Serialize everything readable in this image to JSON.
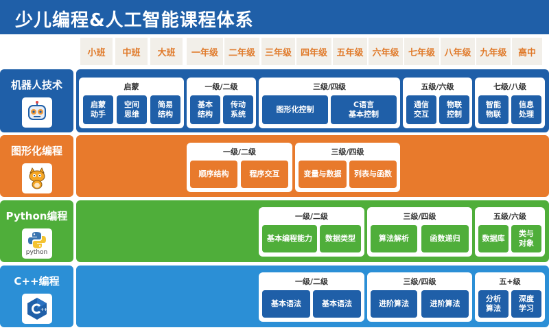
{
  "title": "少儿编程&人工智能课程体系",
  "grades": [
    "小班",
    "中班",
    "大班",
    "一年级",
    "二年级",
    "三年级",
    "四年级",
    "五年级",
    "六年级",
    "七年级",
    "八年级",
    "九年级",
    "高中"
  ],
  "rows": [
    {
      "label": "机器人技术",
      "icon": "robot-icon",
      "groups": [
        {
          "title": "启蒙",
          "items": [
            "启蒙\n动手",
            "空间\n思维",
            "简易\n结构"
          ]
        },
        {
          "title": "一级/二级",
          "items": [
            "基本\n结构",
            "传动\n系统"
          ]
        },
        {
          "title": "三级/四级",
          "items": [
            "图形化控制",
            "C语言\n基本控制"
          ]
        },
        {
          "title": "五级/六级",
          "items": [
            "通信\n交互",
            "物联\n控制"
          ]
        },
        {
          "title": "七级/八级",
          "items": [
            "智能\n物联",
            "信息\n处理"
          ]
        }
      ]
    },
    {
      "label": "图形化编程",
      "icon": "scratch-cat-icon",
      "groups": [
        {
          "title": "一级/二级",
          "items": [
            "顺序结构",
            "程序交互"
          ]
        },
        {
          "title": "三级/四级",
          "items": [
            "变量与数据",
            "列表与函数"
          ]
        }
      ]
    },
    {
      "label": "Python编程",
      "icon": "python-icon",
      "icon_caption": "python",
      "groups": [
        {
          "title": "一级/二级",
          "items": [
            "基本编程能力",
            "数据类型"
          ]
        },
        {
          "title": "三级/四级",
          "items": [
            "算法解析",
            "函数递归"
          ]
        },
        {
          "title": "五级/六级",
          "items": [
            "数据库",
            "类与\n对象"
          ]
        }
      ]
    },
    {
      "label": "C++编程",
      "icon": "cpp-icon",
      "groups": [
        {
          "title": "一级/二级",
          "items": [
            "基本语法",
            "基本语法"
          ]
        },
        {
          "title": "三级/四级",
          "items": [
            "进阶算法",
            "进阶算法"
          ]
        },
        {
          "title": "五+级",
          "items": [
            "分析\n算法",
            "深度\n学习"
          ]
        }
      ]
    }
  ],
  "colors": {
    "header": "#1f5fa8",
    "robot": "#1f5fa8",
    "graphical": "#e87a2c",
    "python": "#4fae3a",
    "cpp": "#2b8fd6",
    "grade_text": "#e07a2a"
  }
}
